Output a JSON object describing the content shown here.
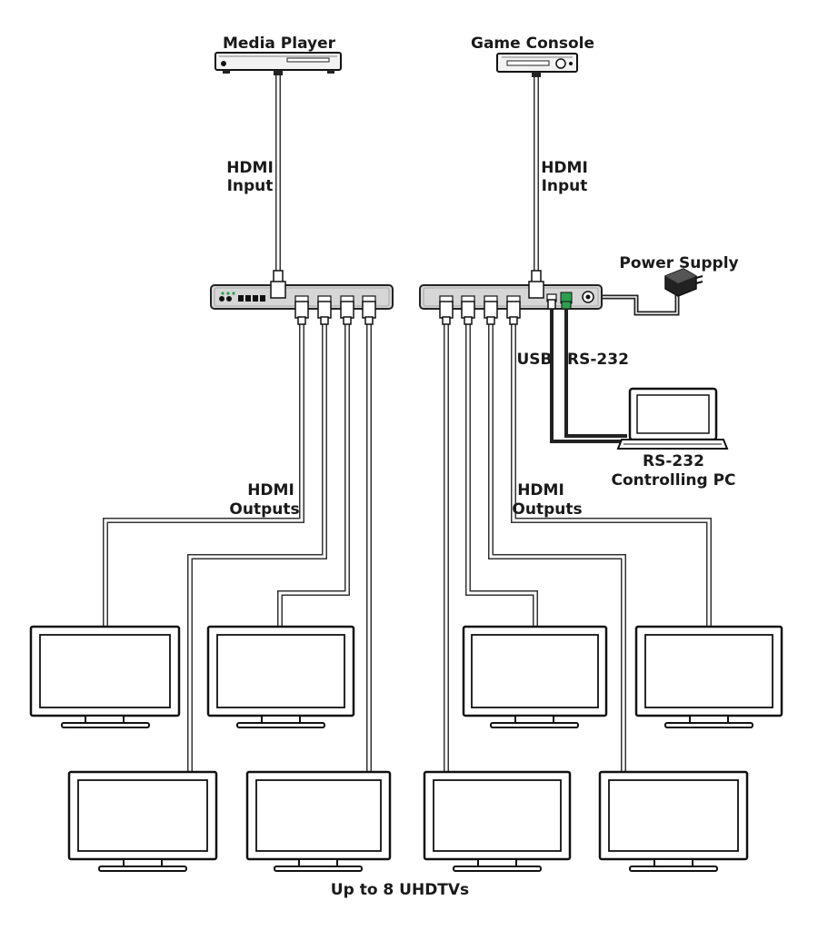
{
  "labels": {
    "media_player": "Media Player",
    "game_console": "Game Console",
    "hdmi_input_left_1": "HDMI",
    "hdmi_input_left_2": "Input",
    "hdmi_input_right_1": "HDMI",
    "hdmi_input_right_2": "Input",
    "power_supply": "Power Supply",
    "usb": "USB",
    "rs232": "RS-232",
    "pc_1": "RS-232",
    "pc_2": "Controlling PC",
    "hdmi_outputs_left_1": "HDMI",
    "hdmi_outputs_left_2": "Outputs",
    "hdmi_outputs_right_1": "HDMI",
    "hdmi_outputs_right_2": "Outputs",
    "footer": "Up to 8 UHDTVs"
  },
  "colors": {
    "line": "#222222",
    "device_fill": "#d6d6d6",
    "terminal_green": "#2e9e4f"
  },
  "icons": [
    "media-player-icon",
    "game-console-icon",
    "splitter-left-icon",
    "splitter-right-icon",
    "power-adapter-icon",
    "laptop-icon",
    "tv-icon"
  ]
}
